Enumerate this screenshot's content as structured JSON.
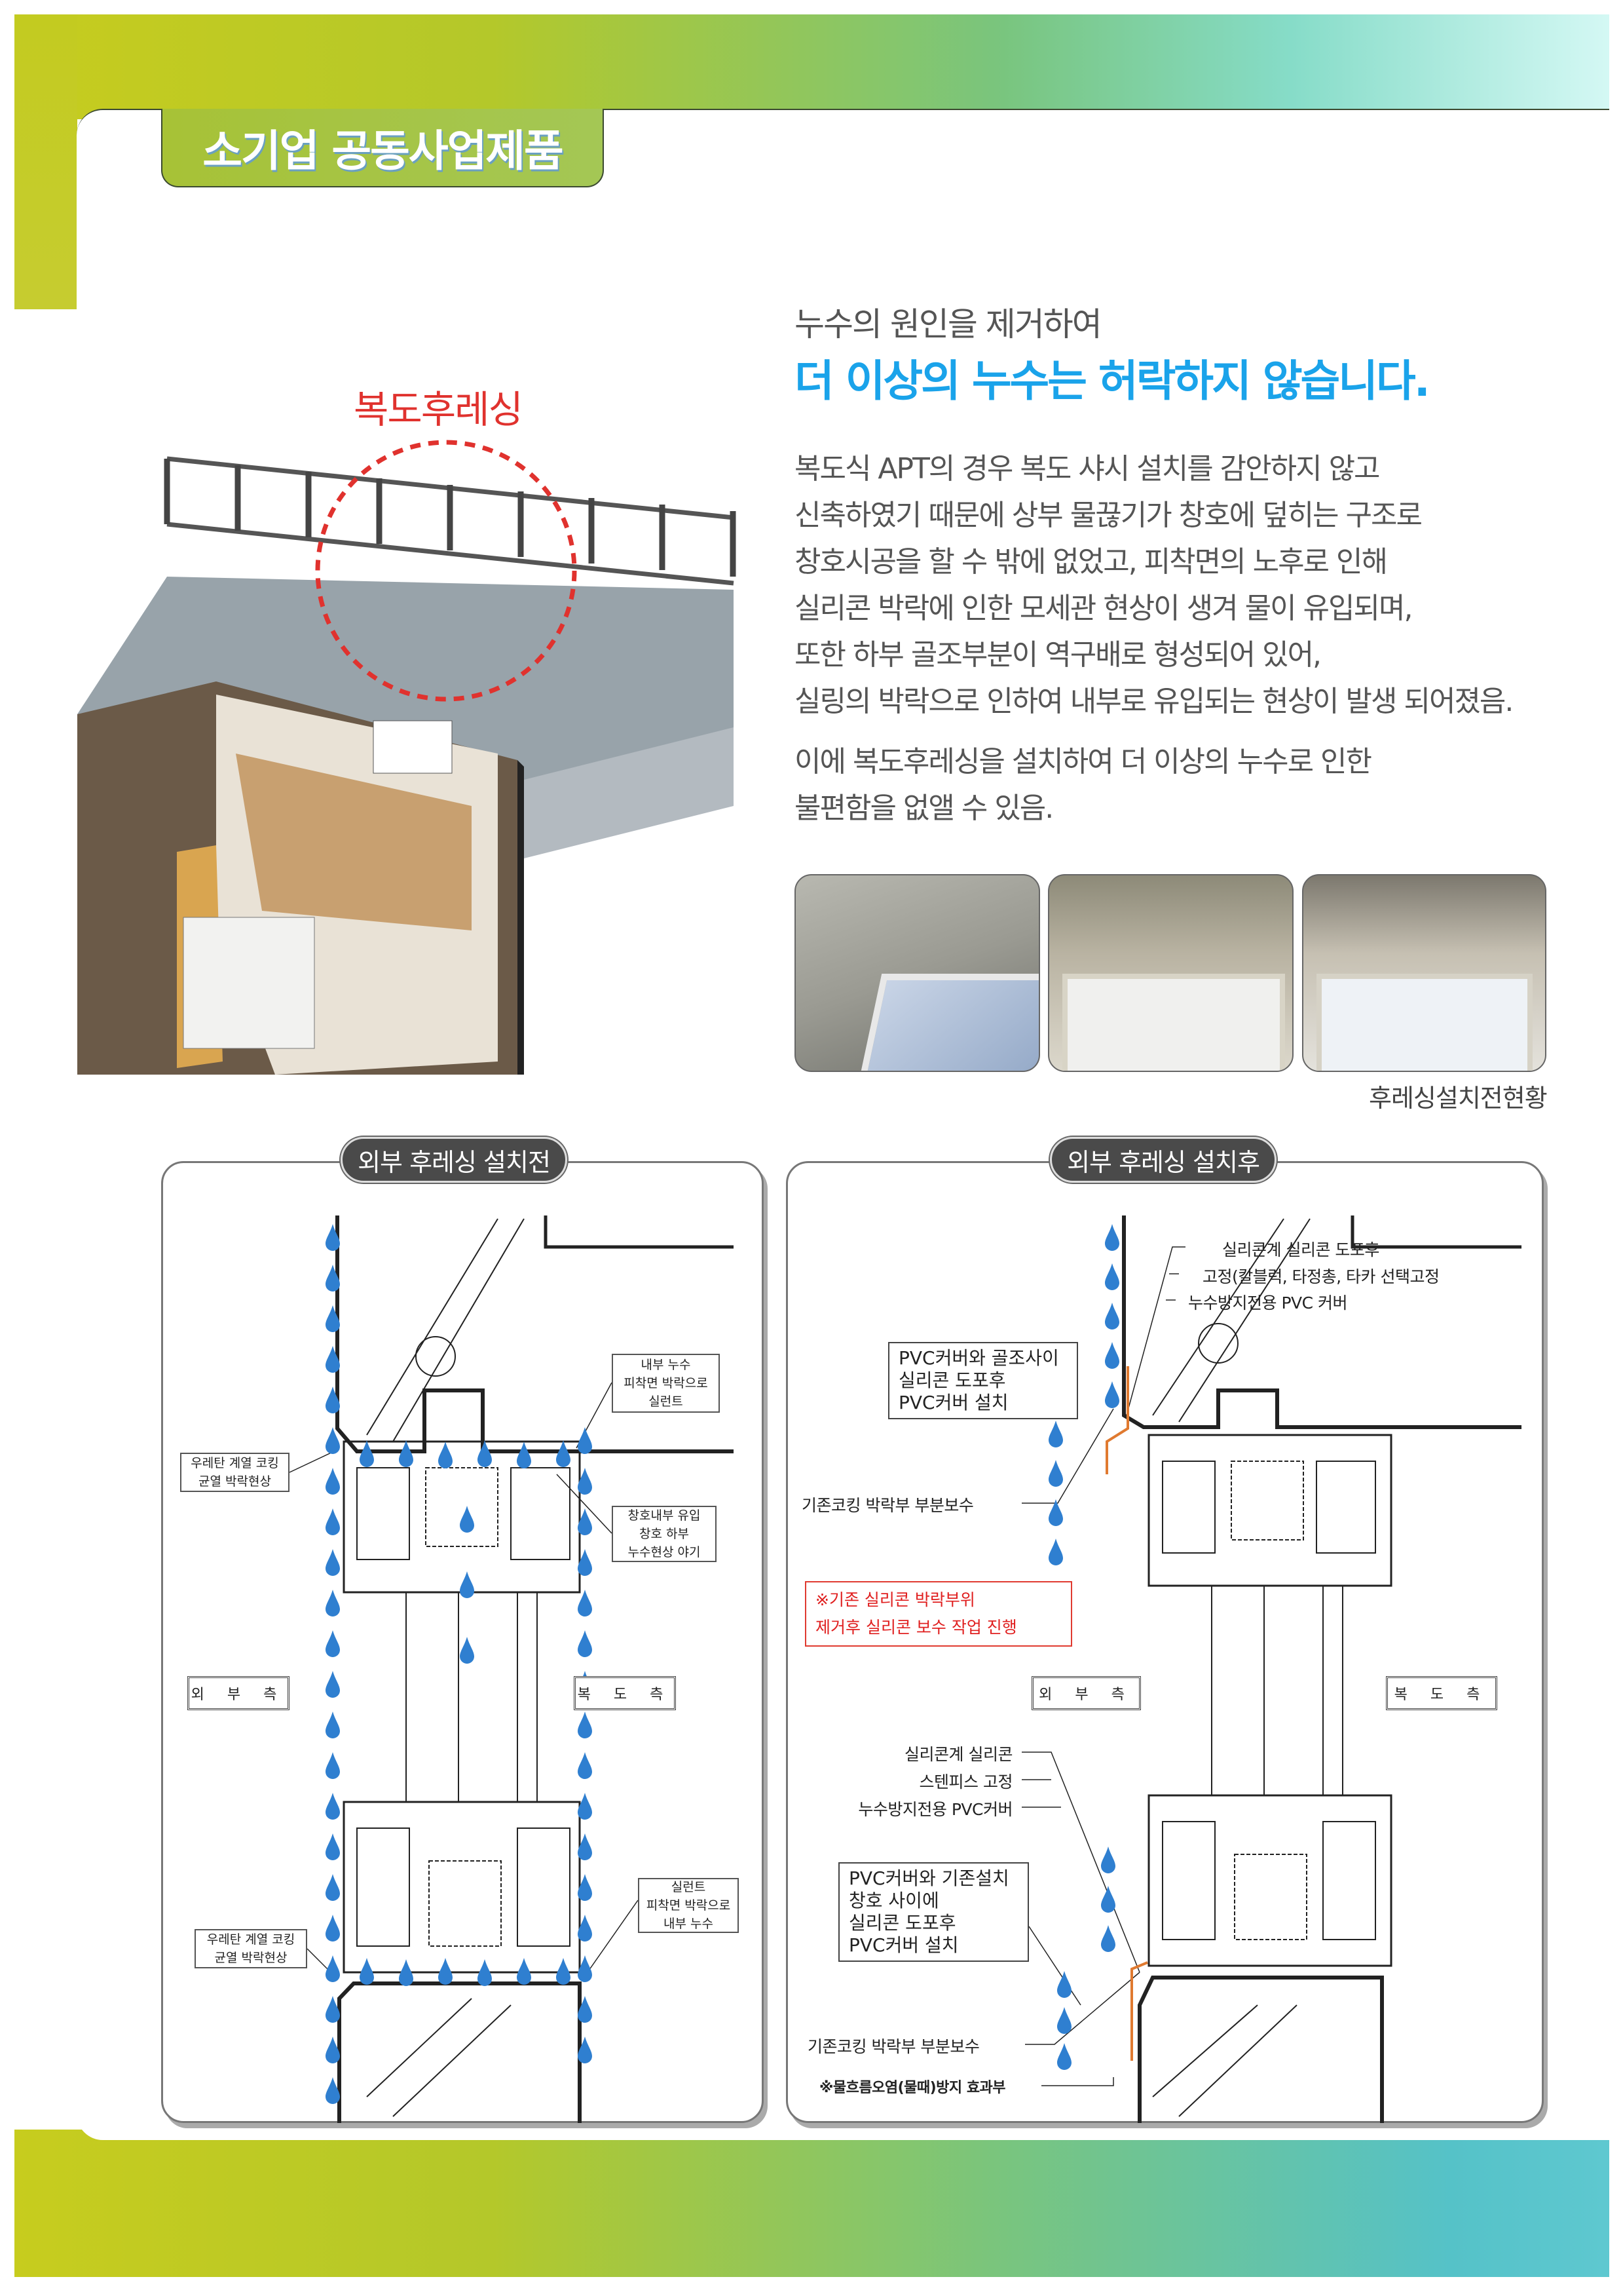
{
  "header": {
    "tab_title": "소기업 공동사업제품"
  },
  "intro": {
    "lead": "누수의 원인을 제거하여",
    "headline": "더 이상의 누수는 허락하지 않습니다.",
    "paragraph1": [
      "복도식 APT의 경우 복도 샤시 설치를 감안하지 않고",
      "신축하였기 때문에 상부 물끊기가 창호에 덮히는 구조로",
      "창호시공을 할 수 밖에 없었고, 피착면의 노후로 인해",
      "실리콘 박락에 인한 모세관 현상이 생겨 물이 유입되며,",
      "또한 하부 골조부분이 역구배로 형성되어 있어,",
      "실링의 박락으로 인하여 내부로 유입되는 현상이 발생 되어졌음."
    ],
    "paragraph2": [
      "이에 복도후레싱을 설치하여 더 이상의 누수로 인한",
      "불편함을 없앨 수 있음."
    ]
  },
  "illustration": {
    "label": "복도후레싱"
  },
  "photos": {
    "caption": "후레싱설치전현황"
  },
  "before": {
    "title": "외부 후레싱 설치전",
    "labels": {
      "top_right": [
        "내부 누수",
        "피착면 박락으로",
        "실런트"
      ],
      "top_left": [
        "우레탄 계열 코킹",
        "균열 박락현상"
      ],
      "mid_right": [
        "창호내부 유입",
        "창호 하부",
        "누수현상 야기"
      ],
      "outside": "외 부 측",
      "corridor": "복 도 측",
      "bottom_right": [
        "실런트",
        "피착면 박락으로",
        "내부 누수"
      ],
      "bottom_left": [
        "우레탄 계열 코킹",
        "균열 박락현상"
      ]
    }
  },
  "after": {
    "title": "외부 후레싱 설치후",
    "top_callouts": [
      "실리콘계 실리콘 도포후",
      "고정(칼블럭, 타정총, 타카 선택고정",
      "누수방지전용 PVC 커버"
    ],
    "top_box": [
      "PVC커버와 골조사이",
      "실리콘 도포후",
      "PVC커버 설치"
    ],
    "top_repair": "기존코킹 박락부 부분보수",
    "note": [
      "※기존 실리콘 박락부위",
      "제거후 실리콘 보수 작업 진행"
    ],
    "outside": "외 부 측",
    "corridor": "복 도 측",
    "bottom_callouts": [
      "실리콘계 실리콘",
      "스텐피스 고정",
      "누수방지전용 PVC커버"
    ],
    "bottom_box": [
      "PVC커버와 기존설치",
      "창호 사이에",
      "실리콘 도포후",
      "PVC커버 설치"
    ],
    "bottom_repair": "기존코킹 박락부 부분보수",
    "effect": "※물흐름오염(물때)방지 효과부"
  },
  "colors": {
    "accent_blue": "#1aa3ea",
    "label_red": "#e0322e",
    "water_drop": "#2f7fd0",
    "pvc_cover": "#e07a30"
  }
}
